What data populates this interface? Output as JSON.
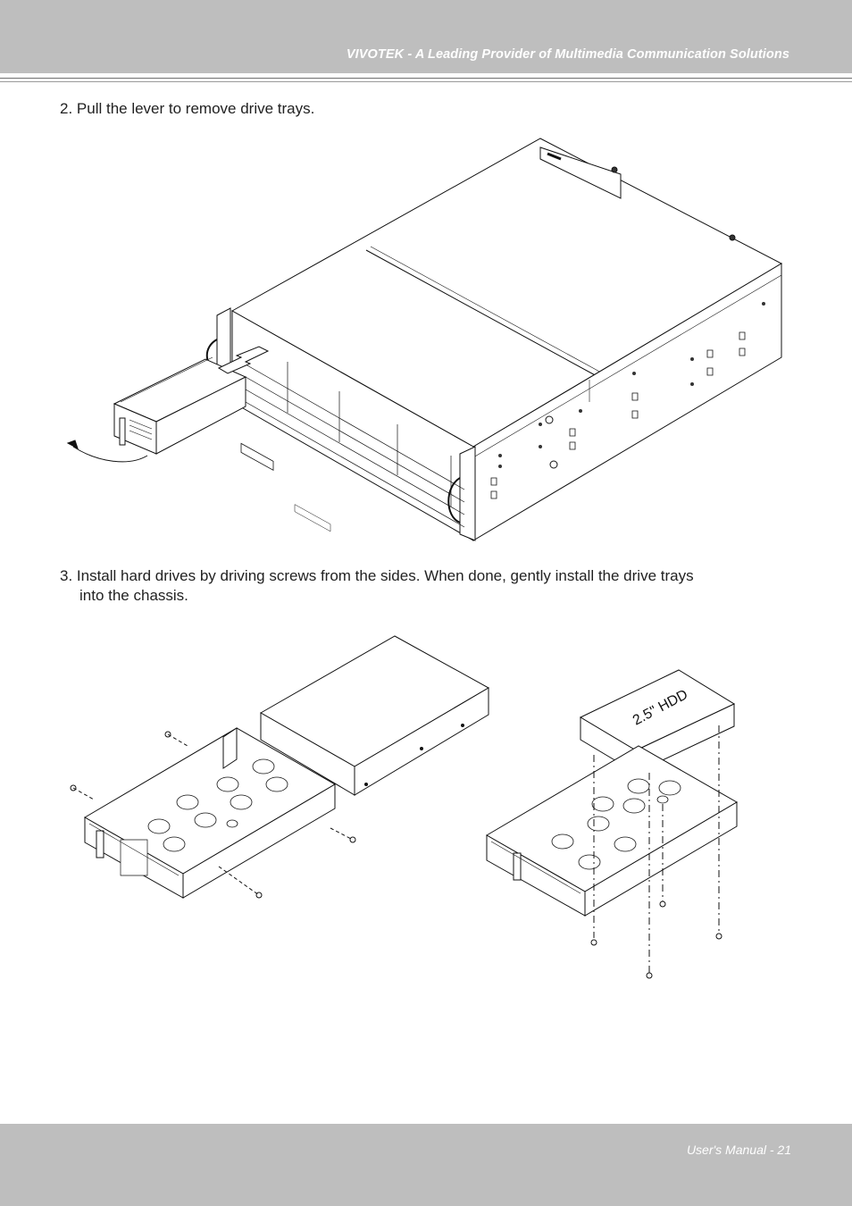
{
  "header": {
    "title": "VIVOTEK - A Leading Provider of Multimedia Communication Solutions"
  },
  "steps": [
    {
      "text": "2. Pull the lever to remove drive trays."
    },
    {
      "line1": "3. Install hard drives by driving screws from the sides. When done, gently install the drive trays",
      "line2": "into the chassis."
    }
  ],
  "figures": {
    "hdd_label": "2.5\" HDD"
  },
  "footer": {
    "page_label": "User's Manual - 21"
  }
}
